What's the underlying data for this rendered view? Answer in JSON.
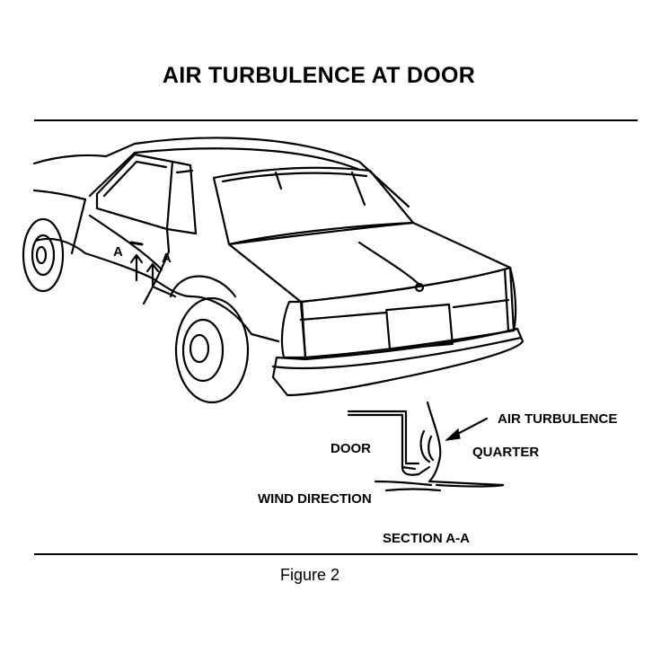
{
  "title": "AIR TURBULENCE AT DOOR",
  "labels": {
    "section_marker_left": "A",
    "section_marker_right": "A",
    "air_turbulence": "AIR TURBULENCE",
    "door": "DOOR",
    "quarter": "QUARTER",
    "wind_direction": "WIND DIRECTION",
    "section": "SECTION A-A"
  },
  "caption": "Figure 2",
  "colors": {
    "line": "#000000",
    "background": "#ffffff"
  }
}
